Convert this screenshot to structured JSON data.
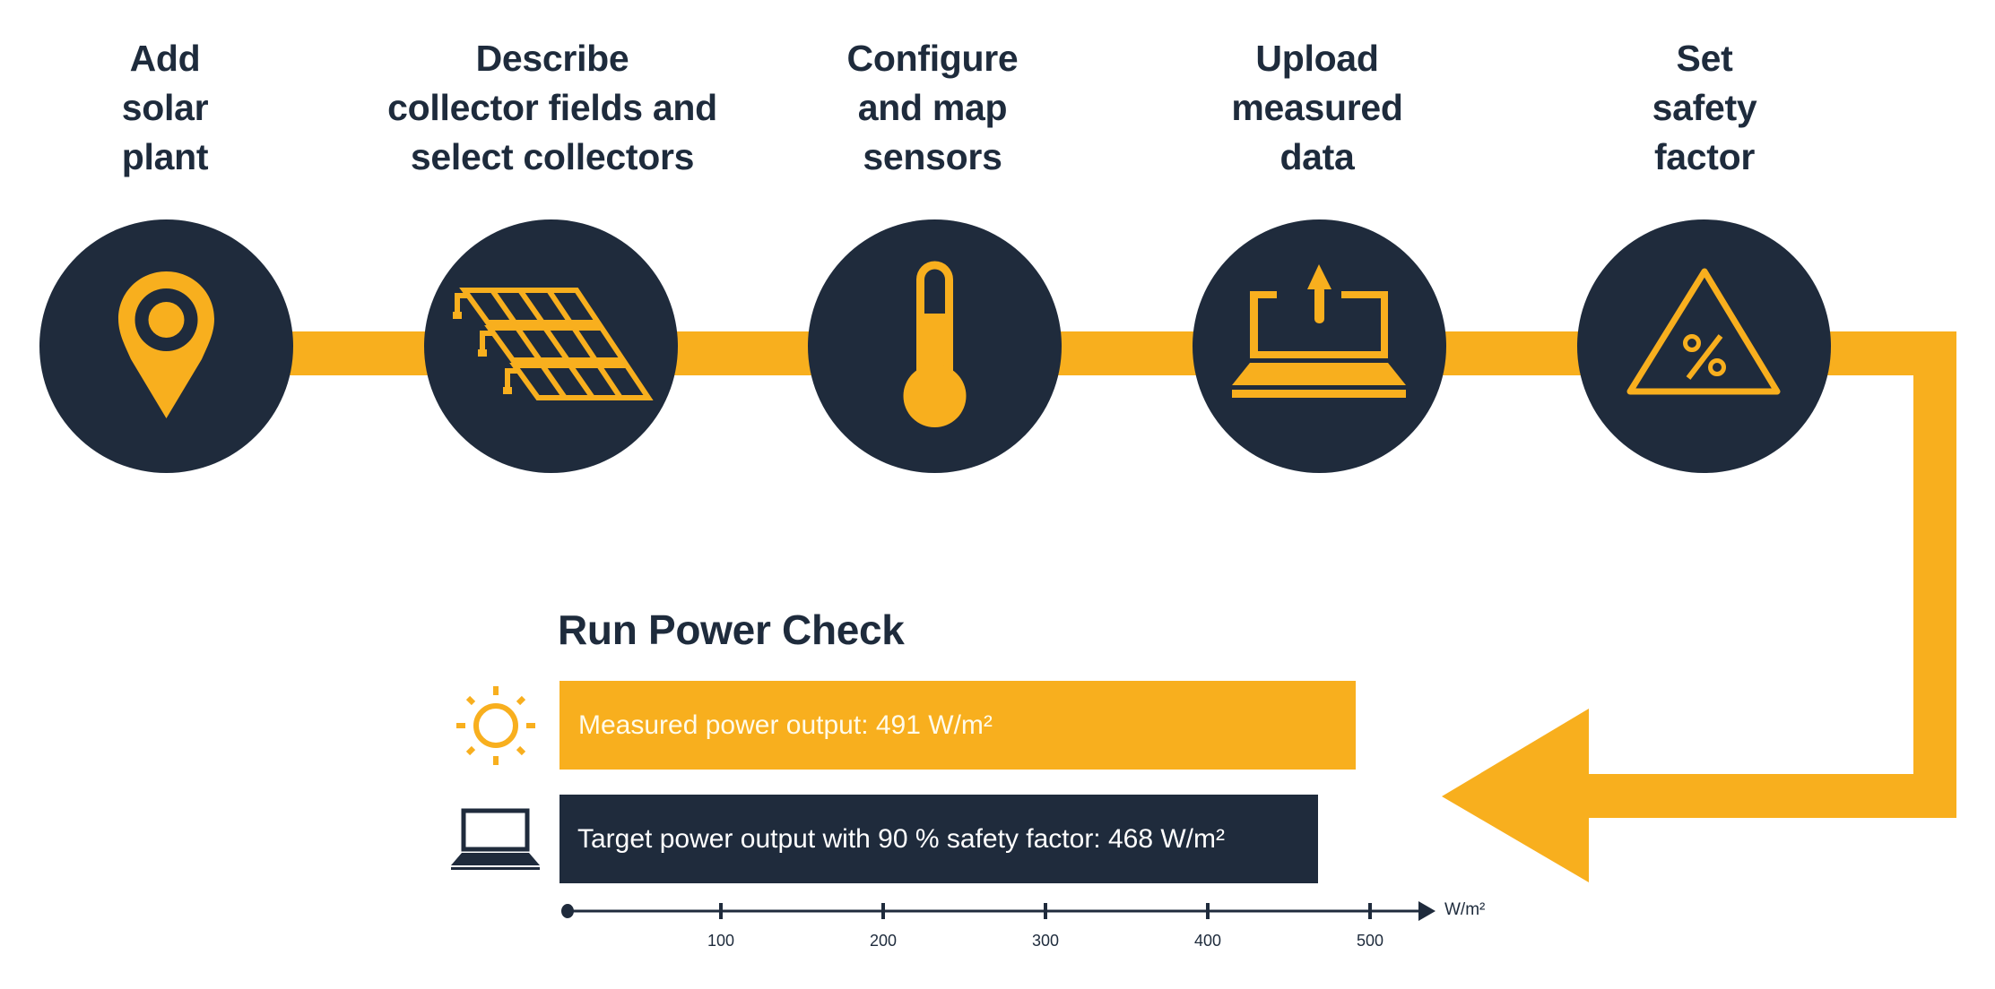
{
  "steps": [
    {
      "lines": [
        "Add",
        "solar",
        "plant"
      ],
      "icon": "map-pin-icon"
    },
    {
      "lines": [
        "Describe",
        "collector fields and",
        "select collectors"
      ],
      "icon": "solar-panels-icon"
    },
    {
      "lines": [
        "Configure",
        "and map",
        "sensors"
      ],
      "icon": "thermometer-icon"
    },
    {
      "lines": [
        "Upload",
        "measured",
        "data"
      ],
      "icon": "laptop-upload-icon"
    },
    {
      "lines": [
        "Set",
        "safety",
        "factor"
      ],
      "icon": "warning-percent-icon"
    }
  ],
  "power_check": {
    "title": "Run Power Check",
    "measured": {
      "label": "Measured power output: 491 W/m²",
      "icon": "sun-icon"
    },
    "target": {
      "label": "Target power output with 90 % safety factor: 468 W/m²",
      "icon": "laptop-icon"
    }
  },
  "colors": {
    "accent": "#f8af1e",
    "navy": "#1f2b3c",
    "background": "#ffffff"
  },
  "chart_data": {
    "type": "bar",
    "orientation": "horizontal",
    "title": "Run Power Check",
    "categories": [
      "Measured power output",
      "Target power output with 90 % safety factor"
    ],
    "values": [
      491,
      468
    ],
    "unit": "W/m²",
    "xlabel": "W/m²",
    "xticks": [
      100,
      200,
      300,
      400,
      500
    ],
    "xtick_labels": [
      "100",
      "200",
      "300",
      "400",
      "500"
    ],
    "xlim": [
      0,
      530
    ],
    "safety_factor_percent": 90,
    "grid": false
  }
}
